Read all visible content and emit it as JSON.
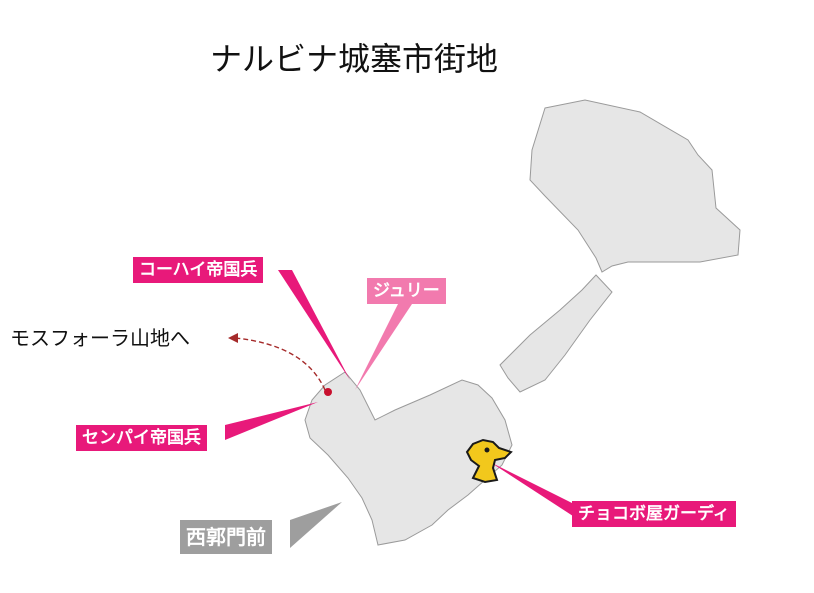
{
  "title": "ナルビナ城塞市街地",
  "colors": {
    "land": "#e6e6e6",
    "land_stroke": "#9a9a9a",
    "npc_label": "#e8197a",
    "ally_label": "#f27aae",
    "area_label": "#9e9e9e",
    "route_arrow": "#a52a2a",
    "chocobo": "#f2c81c"
  },
  "labels": {
    "kohai_soldier": "コーハイ帝国兵",
    "julie": "ジュリー",
    "mosphora_route": "モスフォーラ山地へ",
    "senpai_soldier": "センパイ帝国兵",
    "chocobo_gardy": "チョコボ屋ガーディ",
    "west_gate": "西郭門前"
  },
  "icons": {
    "chocobo": "chocobo-head-icon",
    "npc_marker": "red-dot-marker"
  }
}
